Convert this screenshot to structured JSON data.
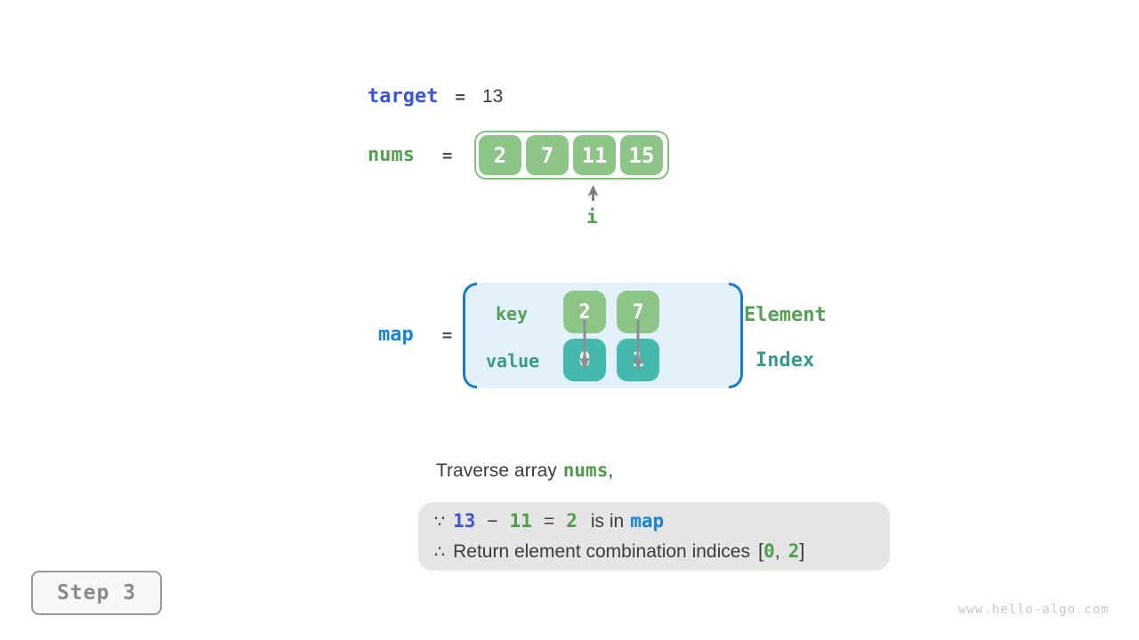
{
  "colors": {
    "royal_blue": "#3b55d8",
    "azure_blue": "#1583d7",
    "green_text": "#55a052",
    "green_fill": "#8dc587",
    "teal_fill": "#45b9ab",
    "teal_text": "#39998b",
    "bracket_blue": "#1779d0",
    "map_bg": "#e3f1fa",
    "result_bg": "#e5e5e5",
    "dark_text": "#3c3c3c",
    "step_gray": "#8a8a8a"
  },
  "target_row": {
    "label": "target",
    "equals": "=",
    "value": "13"
  },
  "nums_row": {
    "label": "nums",
    "equals": "=",
    "cells": [
      "2",
      "7",
      "11",
      "15"
    ],
    "pointer": "i"
  },
  "map_row": {
    "label": "map",
    "equals": "=",
    "key_label": "key",
    "value_label": "value",
    "keys": [
      "2",
      "7"
    ],
    "values": [
      "0",
      "1"
    ],
    "element_label": "Element",
    "index_label": "Index"
  },
  "caption": {
    "prefix": "Traverse array",
    "code": "nums",
    "suffix": ","
  },
  "result": {
    "line1": {
      "because": "∵",
      "minuend": "13",
      "minus": "−",
      "subtrahend": "11",
      "equals": "=",
      "difference": "2",
      "text": "is in",
      "map": "map"
    },
    "line2": {
      "therefore": "∴",
      "text": "Return element combination indices",
      "open_bracket": "[",
      "index1": "0",
      "comma": ",",
      "index2": "2",
      "close_bracket": "]"
    }
  },
  "step_badge": "Step 3",
  "watermark": "www.hello-algo.com"
}
